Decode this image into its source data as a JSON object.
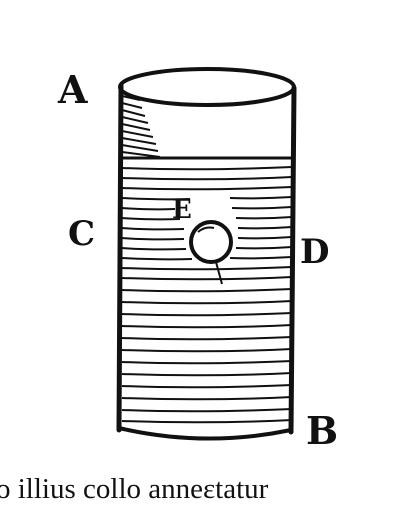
{
  "diagram": {
    "labels": {
      "a": "A",
      "b": "B",
      "c": "C",
      "d": "D",
      "e": "E"
    },
    "caption": "o illius collo anneɛtatur"
  },
  "colors": {
    "ink": "#111111",
    "paper": "#ffffff"
  }
}
